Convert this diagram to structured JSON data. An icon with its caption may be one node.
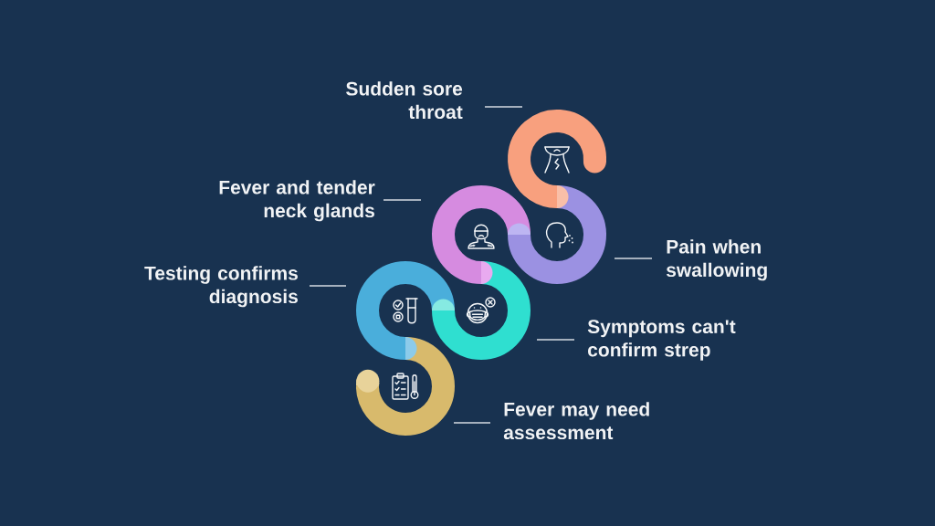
{
  "diagram": {
    "nodes": [
      {
        "text": [
          "Sudden sore throat"
        ]
      },
      {
        "text": [],
        "shape": "ring"
      },
      {
        "text": [
          "Fever and tender neck glands"
        ]
      },
      {
        "text": [],
        "shape": "ring"
      },
      {
        "text": [],
        "shape": "ring"
      },
      {
        "text": [
          "Pain when swallowing"
        ]
      },
      {
        "text": [
          "Testing confirms diagnosis"
        ]
      },
      {
        "text": [],
        "shape": "ring"
      },
      {
        "text": [],
        "shape": "ring"
      },
      {
        "text": [
          "Symptoms can't confirm strep"
        ]
      },
      {
        "text": [],
        "shape": "ring"
      },
      {
        "text": [
          "Fever may need assessment"
        ]
      }
    ],
    "edges": [
      {
        "from": 0,
        "to": 1,
        "arrow": "none"
      },
      {
        "from": 2,
        "to": 3,
        "arrow": "none"
      },
      {
        "from": 5,
        "to": 4,
        "arrow": "none"
      },
      {
        "from": 6,
        "to": 7,
        "arrow": "none"
      },
      {
        "from": 9,
        "to": 8,
        "arrow": "none"
      },
      {
        "from": 11,
        "to": 10,
        "arrow": "none"
      }
    ]
  }
}
